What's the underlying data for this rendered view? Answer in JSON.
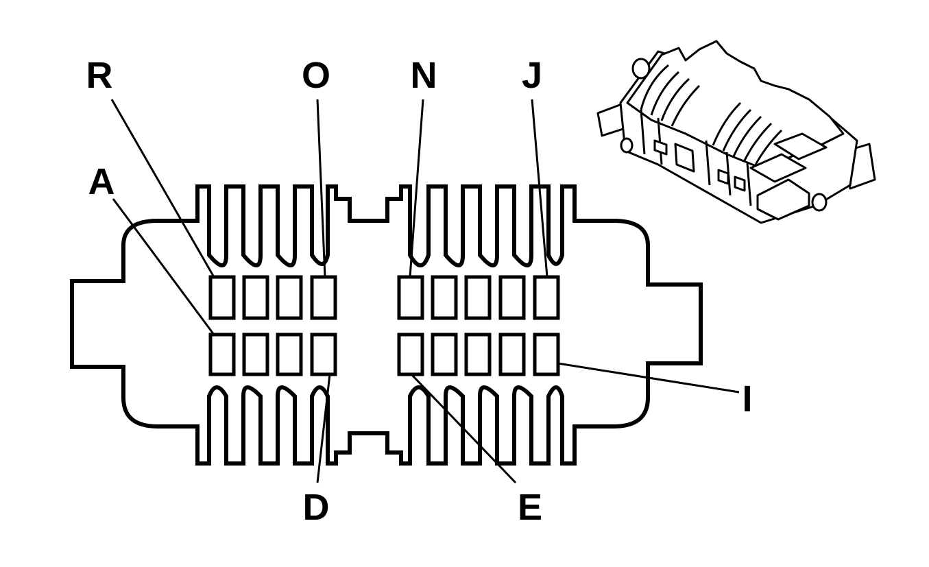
{
  "labels": {
    "R": "R",
    "O": "O",
    "N": "N",
    "J": "J",
    "A": "A",
    "I": "I",
    "D": "D",
    "E": "E"
  },
  "colors": {
    "line": "#000000",
    "background": "#ffffff"
  }
}
